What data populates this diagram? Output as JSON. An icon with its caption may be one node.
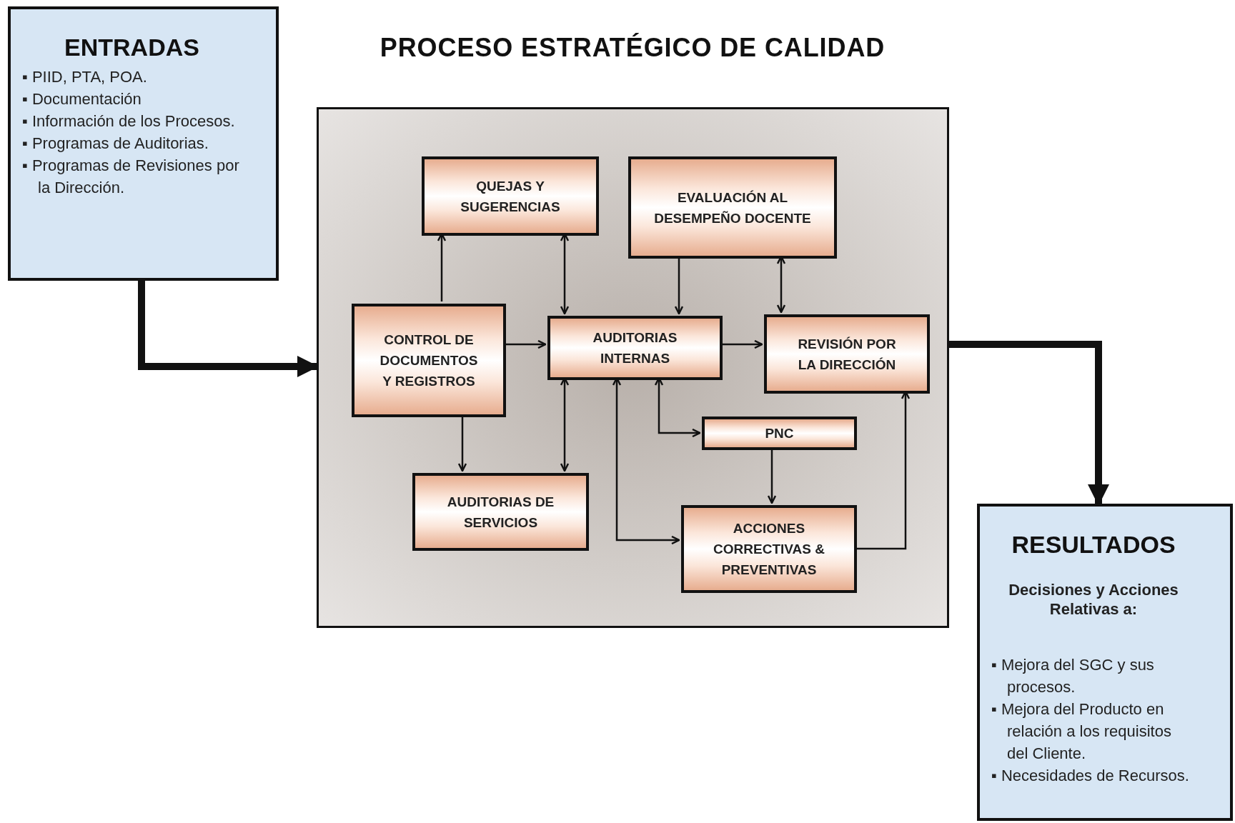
{
  "diagram": {
    "title": "PROCESO ESTRATÉGICO DE CALIDAD",
    "nodes": [
      {
        "text": [
          "ENTRADAS",
          "▪ PIID, PTA, POA.",
          "▪ Documentación",
          "▪ Información de los Procesos.",
          "▪ Programas de Auditorias.",
          "▪ Programas de Revisiones por la Dirección."
        ]
      },
      {
        "text": [],
        "shape": "box"
      },
      {
        "text": [
          "QUEJAS Y SUGERENCIAS"
        ],
        "in": 1
      },
      {
        "text": [
          "EVALUACIÓN AL DESEMPEÑO DOCENTE"
        ],
        "in": 1
      },
      {
        "text": [
          "CONTROL DE DOCUMENTOS Y REGISTROS"
        ],
        "in": 1
      },
      {
        "text": [
          "AUDITORIAS INTERNAS"
        ],
        "in": 1
      },
      {
        "text": [
          "REVISIÓN POR LA DIRECCIÓN"
        ],
        "in": 1
      },
      {
        "text": [
          "PNC"
        ],
        "in": 1
      },
      {
        "text": [
          "AUDITORIAS DE SERVICIOS"
        ],
        "in": 1
      },
      {
        "text": [
          "ACCIONES CORRECTIVAS & PREVENTIVAS"
        ],
        "in": 1
      },
      {
        "text": [
          "RESULTADOS",
          "Decisiones y Acciones Relativas a:",
          "▪ Mejora del SGC y sus procesos.",
          "▪ Mejora del Producto en relación a los requisitos del Cliente.",
          "▪ Necesidades de Recursos."
        ]
      }
    ],
    "edges": [
      {
        "from": 0,
        "to": 1,
        "arrow": "to",
        "style": "thick"
      },
      {
        "from": 1,
        "to": 10,
        "arrow": "to",
        "style": "thick"
      },
      {
        "from": 4,
        "to": 2,
        "arrow": "to"
      },
      {
        "from": 5,
        "to": 2,
        "arrow": "both"
      },
      {
        "from": 3,
        "to": 5,
        "arrow": "to"
      },
      {
        "from": 3,
        "to": 6,
        "arrow": "both"
      },
      {
        "from": 4,
        "to": 5,
        "arrow": "to"
      },
      {
        "from": 5,
        "to": 6,
        "arrow": "to"
      },
      {
        "from": 4,
        "to": 8,
        "arrow": "to"
      },
      {
        "from": 5,
        "to": 8,
        "arrow": "both"
      },
      {
        "from": 5,
        "to": 9,
        "arrow": "both"
      },
      {
        "from": 5,
        "to": 7,
        "arrow": "both"
      },
      {
        "from": 7,
        "to": 9,
        "arrow": "to"
      },
      {
        "from": 9,
        "to": 6,
        "arrow": "to"
      }
    ]
  }
}
